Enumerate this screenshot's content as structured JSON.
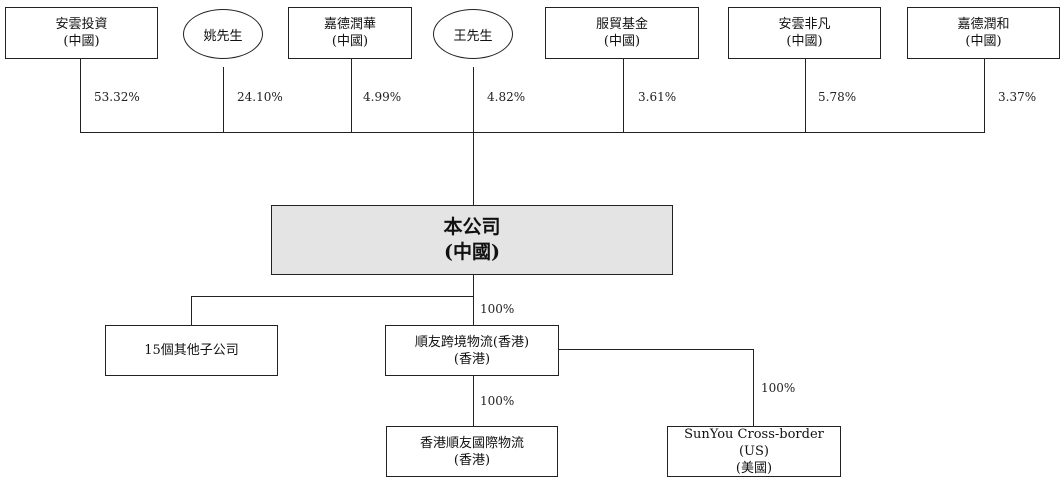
{
  "shareholders": [
    {
      "name": "安雲投資",
      "sub": "(中國)",
      "pct": "53.32%"
    },
    {
      "name": "姚先生",
      "sub": "",
      "pct": "24.10%"
    },
    {
      "name": "嘉德潤華",
      "sub": "(中國)",
      "pct": "4.99%"
    },
    {
      "name": "王先生",
      "sub": "",
      "pct": "4.82%"
    },
    {
      "name": "服貿基金",
      "sub": "(中國)",
      "pct": "3.61%"
    },
    {
      "name": "安雲非凡",
      "sub": "(中國)",
      "pct": "5.78%"
    },
    {
      "name": "嘉德潤和",
      "sub": "(中國)",
      "pct": "3.37%"
    }
  ],
  "company": {
    "name": "本公司",
    "sub": "(中國)"
  },
  "subsidiaries": {
    "others": {
      "name": "15個其他子公司"
    },
    "hk": {
      "name": "順友跨境物流(香港)",
      "sub": "(香港)",
      "pct": "100%"
    },
    "hk_intl": {
      "name": "香港順友國際物流",
      "sub": "(香港)",
      "pct": "100%"
    },
    "us": {
      "name": "SunYou Cross-border (US)",
      "sub": "(美國)",
      "pct": "100%"
    }
  }
}
